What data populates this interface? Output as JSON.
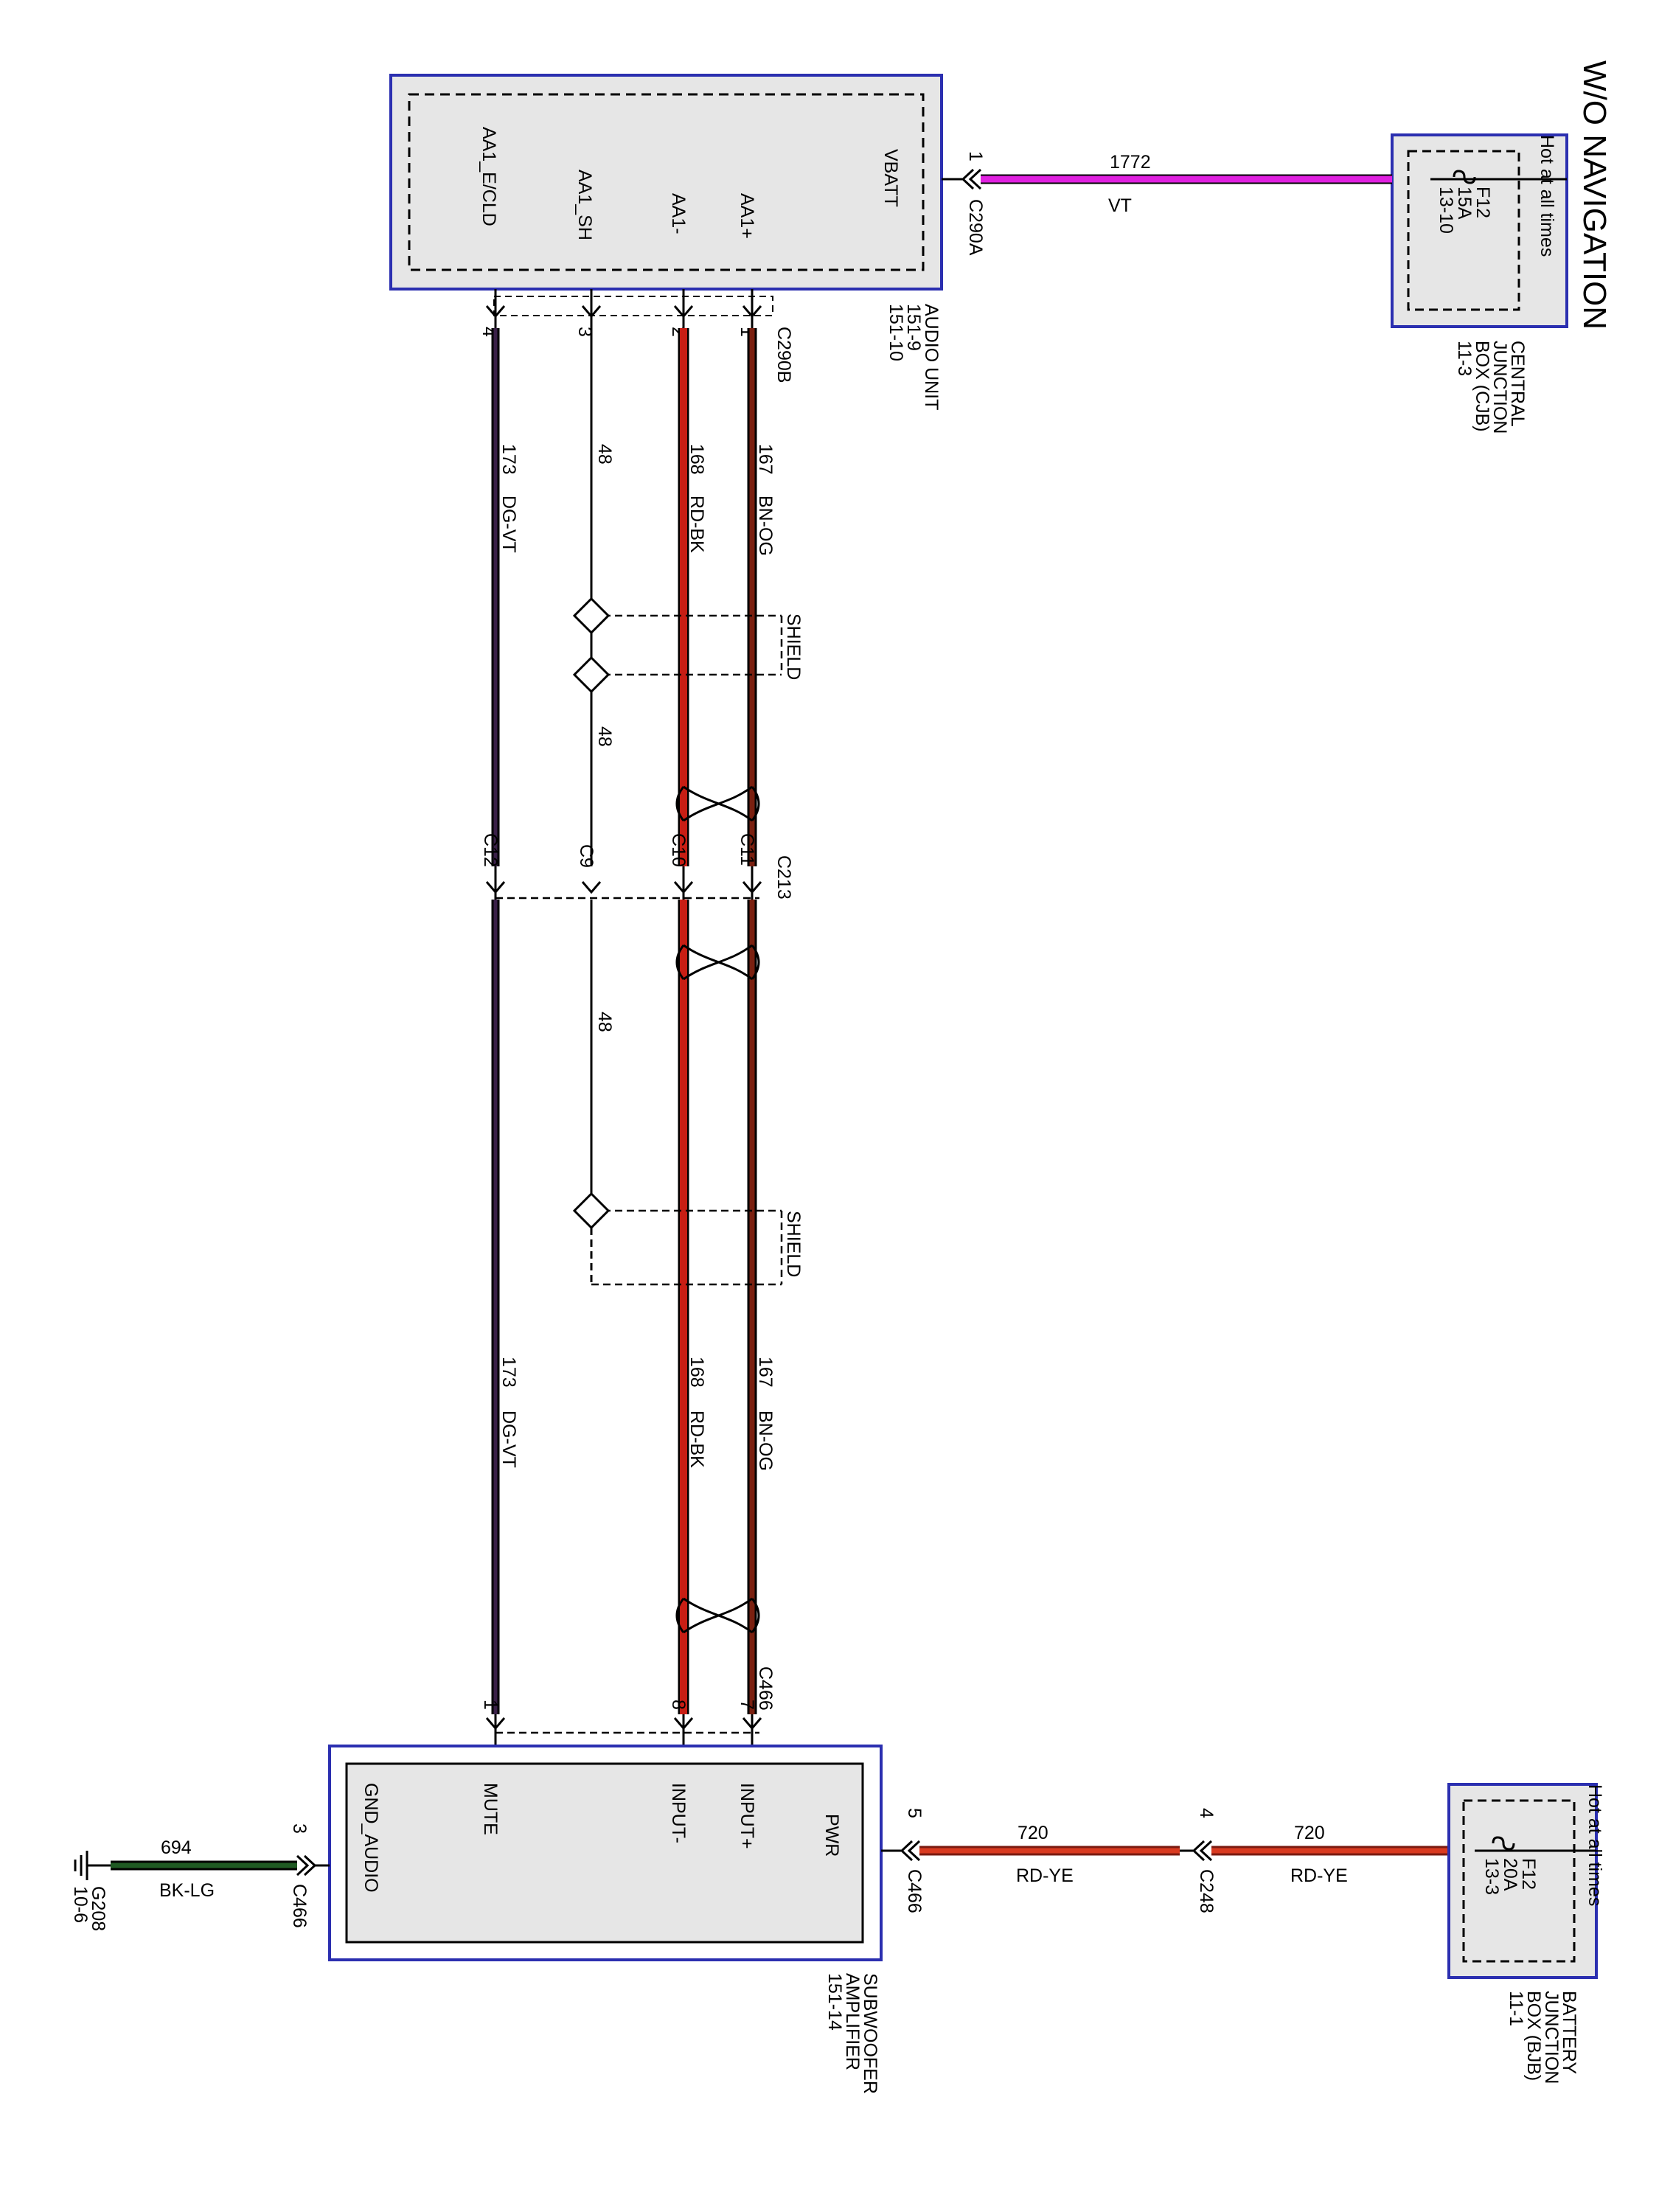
{
  "title": "W/O NAVIGATION",
  "colors": {
    "box_border": "#2b2fb0",
    "box_fill": "#e6e6e6",
    "wire_violet": "#e020e0",
    "wire_red": "#c81e14",
    "wire_dark": "#2a1a1a",
    "wire_dg_vt": "#1a1a1a",
    "wire_black": "#000000",
    "wire_rd_ye": "#d93a20",
    "wire_bk_lg": "#1f5a23"
  },
  "cjb": {
    "hot": "Hot at all times",
    "fuse": "F12",
    "rating": "15A",
    "page": "13-10",
    "name1": "CENTRAL",
    "name2": "JUNCTION",
    "name3": "BOX (CJB)",
    "name4": "11-3"
  },
  "bjb": {
    "hot": "Hot at all times",
    "fuse": "F12",
    "rating": "20A",
    "page": "13-3",
    "name1": "BATTERY",
    "name2": "JUNCTION",
    "name3": "BOX (BJB)",
    "name4": "11-1"
  },
  "audio_unit": {
    "name": "AUDIO UNIT",
    "ref1": "151-9",
    "ref2": "151-10",
    "pins": {
      "vbatt": "VBATT",
      "aa1_pos": "AA1+",
      "aa1_neg": "AA1-",
      "aa1_sh": "AA1_SH",
      "aa1_ecld": "AA1_E/CLD"
    },
    "pin_numbers": [
      "1",
      "2",
      "3",
      "4"
    ],
    "vbatt_pin": "1",
    "conn_a": "C290A",
    "conn_b": "C290B"
  },
  "wire_1772": {
    "circuit": "1772",
    "color": "VT"
  },
  "wires_upper": {
    "w167": {
      "circuit": "167",
      "color": "BN-OG"
    },
    "w168": {
      "circuit": "168",
      "color": "RD-BK"
    },
    "w48": "48",
    "w48b": "48",
    "w173": {
      "circuit": "173",
      "color": "DG-VT"
    }
  },
  "c213": {
    "name": "C213",
    "pins": [
      "C11",
      "C10",
      "C9",
      "C12"
    ]
  },
  "wires_lower": {
    "w48": "48",
    "w167": {
      "circuit": "167",
      "color": "BN-OG"
    },
    "w168": {
      "circuit": "168",
      "color": "RD-BK"
    },
    "w173": {
      "circuit": "173",
      "color": "DG-VT"
    }
  },
  "shield_label": "SHIELD",
  "sub_amp": {
    "name1": "SUBWOOFER",
    "name2": "AMPLIFIER",
    "ref": "151-14",
    "pins": {
      "pwr": "PWR",
      "input_pos": "INPUT+",
      "input_neg": "INPUT-",
      "mute": "MUTE",
      "gnd": "GND_AUDIO"
    },
    "conn": "C466",
    "pin_input_pos": "7",
    "pin_input_neg": "8",
    "pin_mute": "1",
    "pin_pwr": "5",
    "pin_gnd": "3"
  },
  "wire_720": {
    "circuit": "720",
    "color": "RD-YE",
    "circuit2": "720",
    "color2": "RD-YE",
    "inline_conn": "C248",
    "inline_pin": "4"
  },
  "wire_694": {
    "circuit": "694",
    "color": "BK-LG"
  },
  "ground": {
    "name": "G208",
    "ref": "10-6"
  }
}
